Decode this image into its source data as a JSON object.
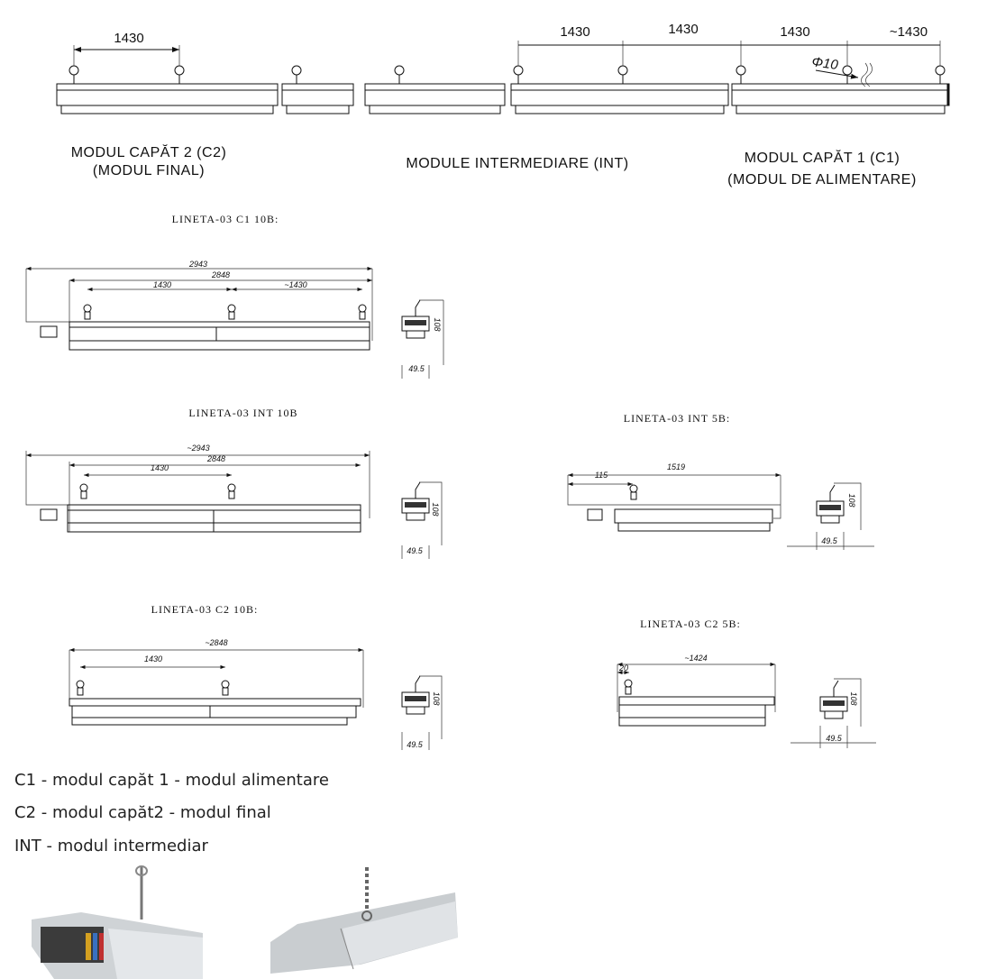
{
  "overview": {
    "dimensions": [
      "1430",
      "1430",
      "1430",
      "1430",
      "~1430"
    ],
    "diameter_label": "Φ10",
    "labels": {
      "c2_line1": "MODUL CAPĂT 2 (C2)",
      "c2_line2": "(MODUL FINAL)",
      "int_line1": "MODULE INTERMEDIARE (INT)",
      "c1_line1": "MODUL CAPĂT 1 (C1)",
      "c1_line2": "(MODUL DE ALIMENTARE)"
    }
  },
  "drawings": [
    {
      "title": "LINETA-03 C1 10B:",
      "dims": [
        "2943",
        "2848",
        "1430",
        "~1430"
      ],
      "height": "108",
      "width": "49.5"
    },
    {
      "title": "LINETA-03 INT 10B",
      "dims": [
        "~2943",
        "2848",
        "1430"
      ],
      "height": "108",
      "width": "49.5"
    },
    {
      "title": "LINETA-03 INT 5B:",
      "dims": [
        "115",
        "1519"
      ],
      "height": "108",
      "width": "49.5"
    },
    {
      "title": "LINETA-03 C2 10B:",
      "dims": [
        "~2848",
        "1430"
      ],
      "height": "108",
      "width": "49.5"
    },
    {
      "title": "LINETA-03 C2 5B:",
      "dims": [
        "20",
        "~1424"
      ],
      "height": "108",
      "width": "49.5"
    }
  ],
  "legend": [
    "C1 - modul capăt 1 - modul alimentare",
    "C2 - modul capăt2 - modul final",
    "INT - modul intermediar"
  ]
}
